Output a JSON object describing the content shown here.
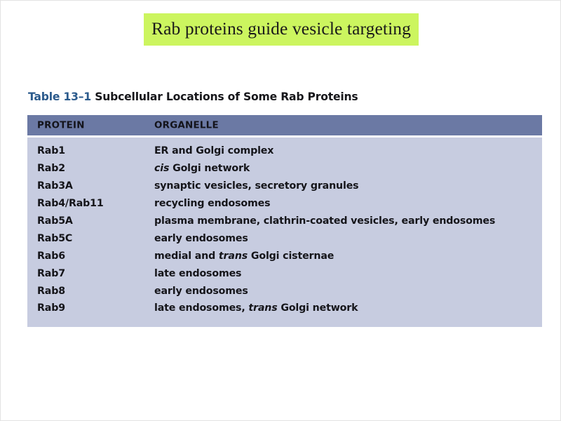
{
  "slide": {
    "title": "Rab proteins guide vesicle targeting",
    "highlight_color": "#ccf55f",
    "background_color": "#ffffff"
  },
  "table": {
    "caption_number": "Table 13–1",
    "caption_text": " Subcellular Locations of Some Rab Proteins",
    "caption_number_color": "#2b5a8c",
    "header_background": "#6b79a4",
    "body_background": "#c7cce0",
    "columns": [
      "PROTEIN",
      "ORGANELLE"
    ],
    "rows": [
      {
        "protein": "Rab1",
        "organelle": "ER and Golgi complex",
        "italic_word": "",
        "organelle_pre": "ER and Golgi complex",
        "organelle_post": ""
      },
      {
        "protein": "Rab2",
        "organelle": "cis Golgi network",
        "italic_word": "cis",
        "organelle_pre": "",
        "organelle_post": " Golgi network"
      },
      {
        "protein": "Rab3A",
        "organelle": "synaptic vesicles, secretory granules",
        "italic_word": "",
        "organelle_pre": "synaptic vesicles, secretory granules",
        "organelle_post": ""
      },
      {
        "protein": "Rab4/Rab11",
        "organelle": "recycling endosomes",
        "italic_word": "",
        "organelle_pre": "recycling endosomes",
        "organelle_post": ""
      },
      {
        "protein": "Rab5A",
        "organelle": "plasma membrane, clathrin-coated vesicles, early endosomes",
        "italic_word": "",
        "organelle_pre": "plasma membrane, clathrin-coated vesicles, early endosomes",
        "organelle_post": ""
      },
      {
        "protein": "Rab5C",
        "organelle": "early endosomes",
        "italic_word": "",
        "organelle_pre": "early endosomes",
        "organelle_post": ""
      },
      {
        "protein": "Rab6",
        "organelle": "medial and trans Golgi cisternae",
        "italic_word": "trans",
        "organelle_pre": "medial and ",
        "organelle_post": " Golgi cisternae"
      },
      {
        "protein": "Rab7",
        "organelle": "late endosomes",
        "italic_word": "",
        "organelle_pre": "late endosomes",
        "organelle_post": ""
      },
      {
        "protein": "Rab8",
        "organelle": "early endosomes",
        "italic_word": "",
        "organelle_pre": "early endosomes",
        "organelle_post": ""
      },
      {
        "protein": "Rab9",
        "organelle": "late endosomes, trans Golgi network",
        "italic_word": "trans",
        "organelle_pre": "late endosomes, ",
        "organelle_post": " Golgi network"
      }
    ]
  }
}
